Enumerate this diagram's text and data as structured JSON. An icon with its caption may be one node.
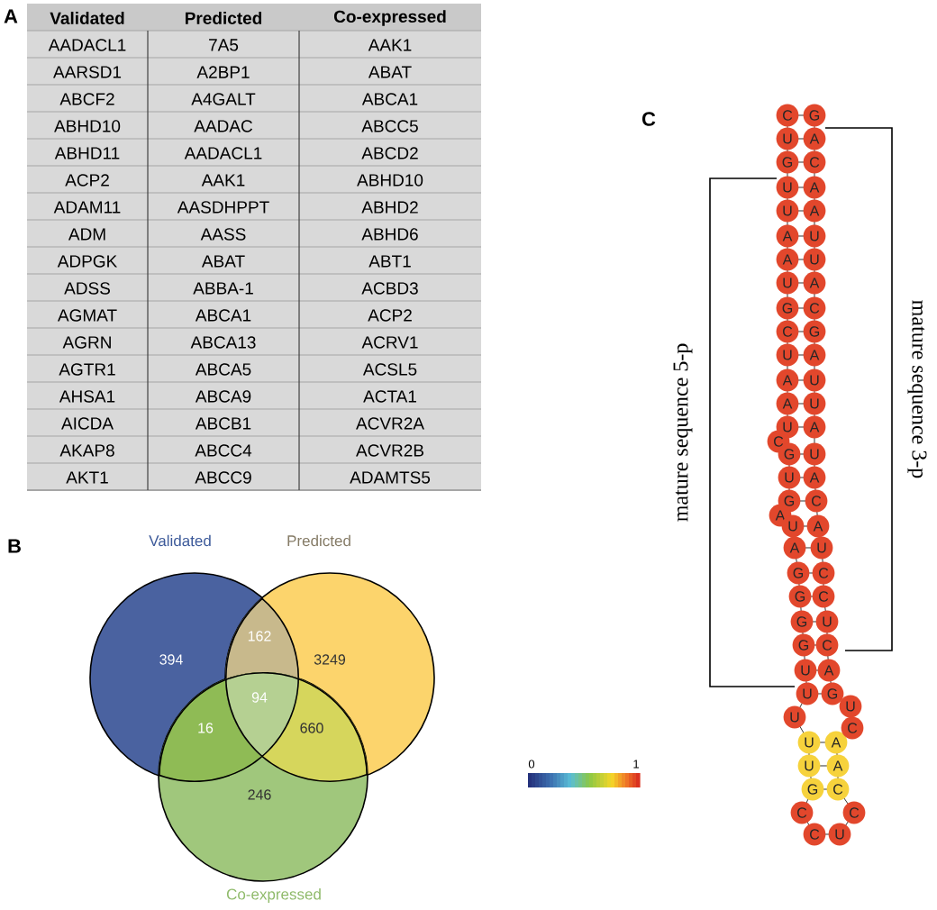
{
  "diagram": {
    "nodes": [
      {
        "text": [
          "Validated",
          "394"
        ]
      },
      {
        "text": [
          "Predicted",
          "3249"
        ]
      },
      {
        "text": [
          "246",
          "Co-expressed"
        ]
      }
    ],
    "labels": [
      "A",
      "Validated",
      "Predicted",
      "Co-expressed",
      "AADACL1",
      "7A5",
      "AAK1",
      "AARSD1",
      "A2BP1",
      "ABAT",
      "ABCF2",
      "A4GALT",
      "ABCA1",
      "ABHD10",
      "AADAC",
      "ABCC5",
      "ABHD11",
      "AADACL1",
      "ABCD2",
      "ACP2",
      "AAK1",
      "ABHD10",
      "ADAM11",
      "AASDHPPT",
      "ABHD2",
      "ADM",
      "AASS",
      "ABHD6",
      "ADPGK",
      "ABAT",
      "ABT1",
      "ADSS",
      "ABBA-1",
      "ACBD3",
      "AGMAT",
      "ABCA1",
      "ACP2",
      "AGRN",
      "ABCA13",
      "ACRV1",
      "AGTR1",
      "ABCA5",
      "ACSL5",
      "AHSA1",
      "ABCA9",
      "ACTA1",
      "AICDA",
      "ABCB1",
      "ACVR2A",
      "AKAP8",
      "ABCC4",
      "ACVR2B",
      "AKT1",
      "ABCC9",
      "ADAMTS5",
      "B",
      "C",
      "162",
      "94",
      "16",
      "660",
      "0",
      "1",
      "mature sequence 5-p",
      "mature sequence 3-p",
      "C",
      "G",
      "U",
      "A",
      "G",
      "C",
      "U",
      "A",
      "U",
      "A",
      "A",
      "U",
      "A",
      "U",
      "U",
      "A",
      "G",
      "C",
      "C",
      "G",
      "U",
      "A",
      "A",
      "U",
      "A",
      "U",
      "U",
      "A",
      "C",
      "G",
      "U",
      "U",
      "A",
      "G",
      "C",
      "A",
      "U",
      "A",
      "A",
      "U",
      "G",
      "C",
      "G",
      "C",
      "G",
      "U",
      "G",
      "C",
      "U",
      "A",
      "U",
      "G",
      "U",
      "U",
      "C",
      "U",
      "A",
      "U",
      "A",
      "G",
      "C",
      "C",
      "C",
      "C",
      "U"
    ]
  }
}
